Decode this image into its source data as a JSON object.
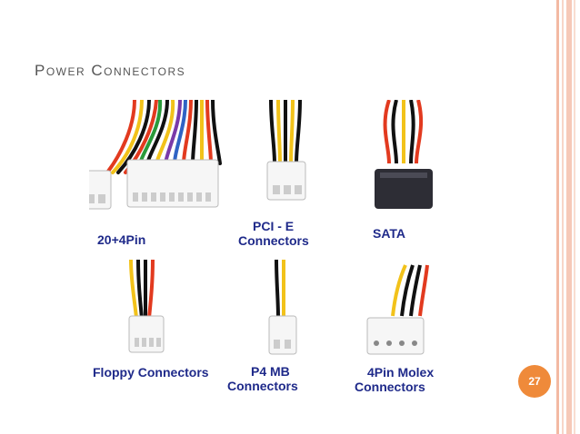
{
  "slide": {
    "title": "Power Connectors",
    "page_number": "27",
    "accent_color": "#ef8a3a",
    "stripe_color": "#f6c9b8"
  },
  "connectors": [
    {
      "label": "20+4Pin",
      "icon": "24-pin-atx-connector-icon"
    },
    {
      "label_line1": "PCI - E",
      "label_line2": "Connectors",
      "icon": "pcie-connector-icon"
    },
    {
      "label": "SATA",
      "icon": "sata-connector-icon"
    },
    {
      "label": "Floppy Connectors",
      "icon": "floppy-connector-icon"
    },
    {
      "label_line1": "P4 MB",
      "label_line2": "Connectors",
      "icon": "p4-connector-icon"
    },
    {
      "label_line1": "4Pin Molex",
      "label_line2": "Connectors",
      "icon": "molex-connector-icon"
    }
  ]
}
